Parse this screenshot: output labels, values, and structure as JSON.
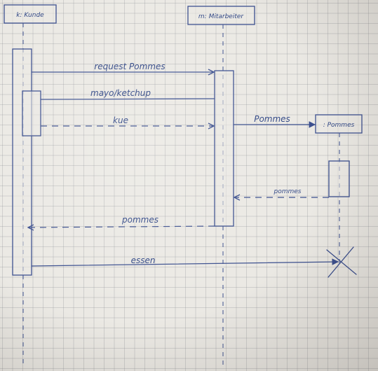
{
  "participants": {
    "p1": "k: Kunde",
    "p2": "m: Mitarbeiter",
    "p3": ": Pommes"
  },
  "messages": {
    "m1": "request Pommes",
    "m2": "mayo/ketchup",
    "m3": "kue",
    "m4": "Pommes",
    "m5": "pommes",
    "m6": "pommes",
    "m7": "essen"
  }
}
